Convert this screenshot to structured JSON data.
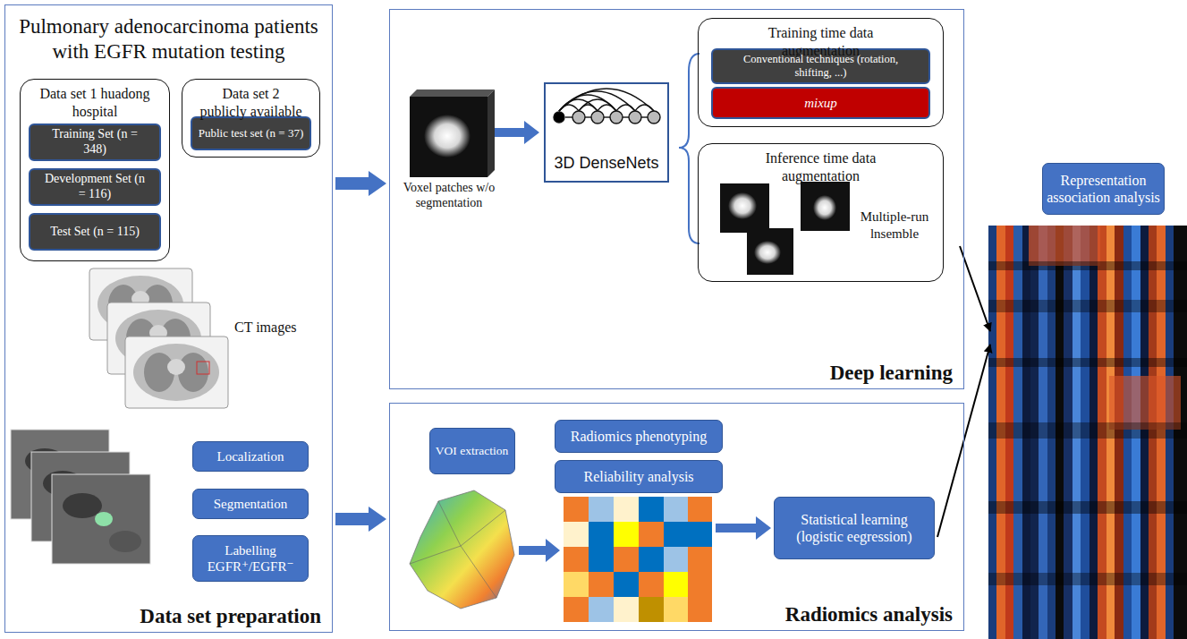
{
  "diagram": {
    "nodes": [
      {
        "text": [
          "Pulmonary adenocarcinoma patients with EGFR mutation testing",
          "Data set preparation"
        ]
      },
      {
        "text": [
          "Data set 1 huadong hospital"
        ],
        "in": 0
      },
      {
        "text": [
          "Training Set (n = 348)"
        ],
        "in": 1
      },
      {
        "text": [
          "Development Set (n = 116)"
        ],
        "in": 1
      },
      {
        "text": [
          "Test Set (n = 115)"
        ],
        "in": 1
      },
      {
        "text": [
          "Data set 2 publicly available"
        ],
        "in": 0
      },
      {
        "text": [
          "Public test set (n = 37)"
        ],
        "in": 5
      },
      {
        "text": [
          "Localization"
        ],
        "in": 0
      },
      {
        "text": [
          "Segmentation"
        ],
        "in": 0
      },
      {
        "text": [
          "Labelling EGFR⁺/EGFR⁻"
        ],
        "in": 0
      },
      {
        "text": [
          "Deep learning"
        ]
      },
      {
        "text": [
          "3D DenseNets"
        ],
        "in": 10
      },
      {
        "text": [
          "Training time data augmentation"
        ],
        "in": 10
      },
      {
        "text": [
          "Conventional techniques (rotation, shifting, ...)"
        ],
        "in": 12
      },
      {
        "text": [
          "mixup"
        ],
        "in": 12
      },
      {
        "text": [
          "Inference time data augmentation",
          "Multiple-run lnsemble"
        ],
        "in": 10
      },
      {
        "text": [
          "Radiomics analysis"
        ]
      },
      {
        "text": [
          "VOI extraction"
        ],
        "in": 16
      },
      {
        "text": [
          "Radiomics phenotyping"
        ],
        "in": 16
      },
      {
        "text": [
          "Reliability analysis"
        ],
        "in": 16
      },
      {
        "text": [
          "Statistical learning (logistic eegression)"
        ],
        "in": 16
      },
      {
        "text": [
          "Representation association analysis"
        ]
      }
    ],
    "edges": [
      {
        "from": 0,
        "to": 10,
        "arrow": "to"
      },
      {
        "from": 0,
        "to": 16,
        "arrow": "to"
      }
    ],
    "labels": [
      "CT images",
      "Voxel patches w/o segmentation"
    ]
  }
}
